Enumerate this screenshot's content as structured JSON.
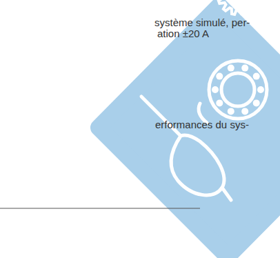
{
  "diagram": {
    "labels": [
      "système simulé, per-",
      "ation ±20 A",
      "erformances du sys-"
    ]
  }
}
